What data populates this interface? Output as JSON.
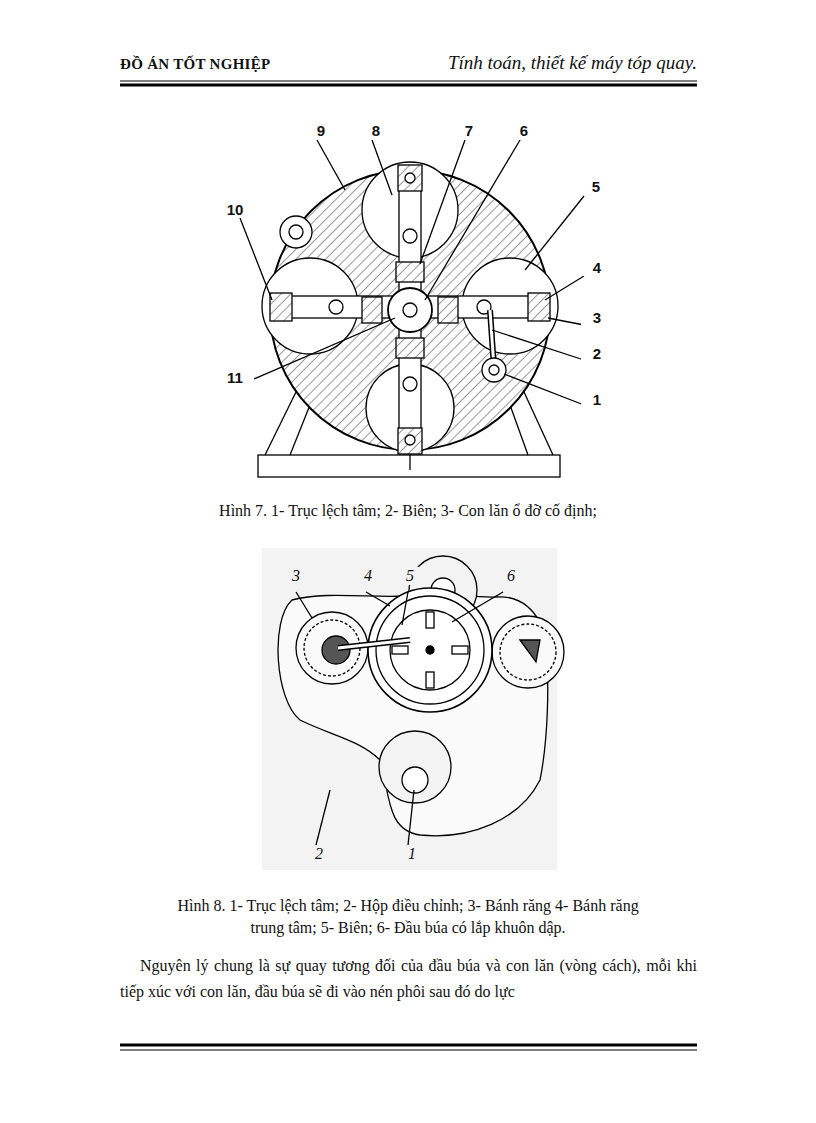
{
  "diagram": {
    "labels": [
      "ĐỒ ÁN TỐT NGHIỆP",
      "Tính toán, thiết kế máy tóp quay.",
      "9",
      "8",
      "7",
      "6",
      "5",
      "10",
      "4",
      "3",
      "2",
      "11",
      "1",
      "Hình 7. 1- Trục lệch tâm; 2- Biên; 3- Con lăn ổ đỡ cố định;",
      "3",
      "4",
      "5",
      "6",
      "1",
      "2",
      "Hình 8. 1- Trục lệch tâm; 2- Hộp điều chỉnh; 3- Bánh răng 4- Bánh răng trung tâm; 5- Biên; 6- Đầu búa có lắp khuôn dập.",
      "Nguyên lý chung là sự quay tương đối của đầu búa và con lăn (vòng cách), mỗi khi tiếp xúc với con lăn, đầu búa sẽ đi vào nén phôi sau đó do lực"
    ]
  }
}
